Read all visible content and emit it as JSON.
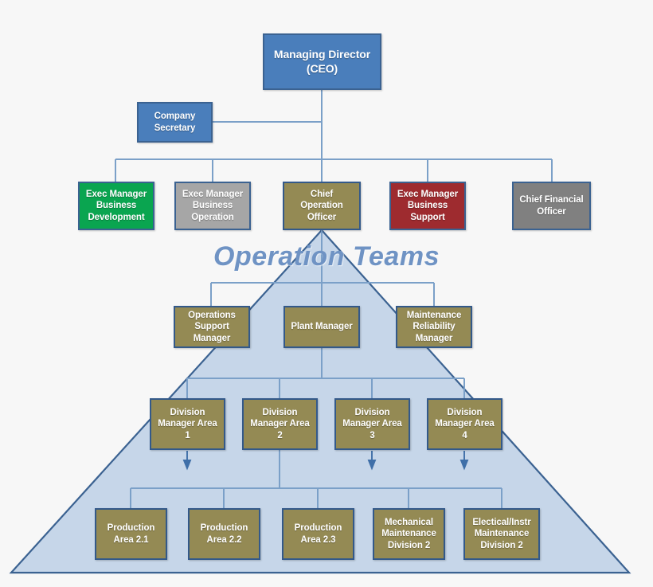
{
  "diagram": {
    "type": "organization-chart",
    "title_overlay": "Operation Teams",
    "colors": {
      "accent_blue": "#4a7ebb",
      "border_blue": "#3b6291",
      "green": "#0aa550",
      "gray": "#a6a6a6",
      "olive": "#948a54",
      "red": "#9e2b2f",
      "dark_gray": "#808080",
      "triangle_fill": "#c6d6e9",
      "triangle_stroke": "#3b6291",
      "connector": "#7ba0c8",
      "background": "#f7f7f7",
      "title_text": "#6f93c4"
    },
    "levels": [
      {
        "name": "executive-top",
        "nodes": [
          {
            "id": "ceo",
            "label": "Managing Director\n(CEO)",
            "lines": [
              "Managing Director",
              "(CEO)"
            ],
            "color": "accent_blue"
          }
        ]
      },
      {
        "name": "company-secretary",
        "nodes": [
          {
            "id": "company-secretary",
            "label": "Company Secretary",
            "lines": [
              "Company",
              "Secretary"
            ],
            "color": "accent_blue"
          }
        ]
      },
      {
        "name": "executive-managers",
        "nodes": [
          {
            "id": "exec-business-development",
            "label": "Exec Manager Business Development",
            "lines": [
              "Exec Manager",
              "Business",
              "Development"
            ],
            "color": "green"
          },
          {
            "id": "exec-business-operation",
            "label": "Exec Manager Business Operation",
            "lines": [
              "Exec Manager",
              "Business",
              "Operation"
            ],
            "color": "gray"
          },
          {
            "id": "chief-operation-officer",
            "label": "Chief Operation Officer",
            "lines": [
              "Chief Operation",
              "Officer"
            ],
            "color": "olive"
          },
          {
            "id": "exec-business-support",
            "label": "Exec Manager Business Support",
            "lines": [
              "Exec Manager",
              "Business",
              "Support"
            ],
            "color": "red"
          },
          {
            "id": "chief-financial-officer",
            "label": "Chief Financial Officer",
            "lines": [
              "Chief Financial",
              "Officer"
            ],
            "color": "dark_gray"
          }
        ]
      },
      {
        "name": "operation-managers",
        "nodes": [
          {
            "id": "operations-support-manager",
            "label": "Operations Support Manager",
            "lines": [
              "Operations",
              "Support",
              "Manager"
            ],
            "color": "olive"
          },
          {
            "id": "plant-manager",
            "label": "Plant Manager",
            "lines": [
              "Plant Manager"
            ],
            "color": "olive"
          },
          {
            "id": "maintenance-reliability-manager",
            "label": "Maintenance Reliability Manager",
            "lines": [
              "Maintenance",
              "Reliability",
              "Manager"
            ],
            "color": "olive"
          }
        ]
      },
      {
        "name": "division-managers",
        "nodes": [
          {
            "id": "division-manager-area-1",
            "label": "Division Manager Area 1",
            "lines": [
              "Division",
              "Manager Area 1"
            ],
            "color": "olive"
          },
          {
            "id": "division-manager-area-2",
            "label": "Division Manager Area 2",
            "lines": [
              "Division",
              "Manager Area 2"
            ],
            "color": "olive"
          },
          {
            "id": "division-manager-area-3",
            "label": "Division Manager Area 3",
            "lines": [
              "Division",
              "Manager Area 3"
            ],
            "color": "olive"
          },
          {
            "id": "division-manager-area-4",
            "label": "Division Manager Area 4",
            "lines": [
              "Division",
              "Manager Area 4"
            ],
            "color": "olive"
          }
        ]
      },
      {
        "name": "production-and-maintenance",
        "nodes": [
          {
            "id": "production-area-2-1",
            "label": "Production Area 2.1",
            "lines": [
              "Production",
              "Area 2.1"
            ],
            "color": "olive"
          },
          {
            "id": "production-area-2-2",
            "label": "Production Area 2.2",
            "lines": [
              "Production",
              "Area 2.2"
            ],
            "color": "olive"
          },
          {
            "id": "production-area-2-3",
            "label": "Production Area 2.3",
            "lines": [
              "Production",
              "Area 2.3"
            ],
            "color": "olive"
          },
          {
            "id": "mechanical-maintenance-division-2",
            "label": "Mechanical Maintenance Division 2",
            "lines": [
              "Mechanical",
              "Maintenance",
              "Division 2"
            ],
            "color": "olive"
          },
          {
            "id": "electrical-instr-maintenance-division-2",
            "label": "Electical/Instr Maintenance Division 2",
            "lines": [
              "Electical/Instr",
              "Maintenance",
              "Division  2"
            ],
            "color": "olive"
          }
        ]
      }
    ]
  },
  "nodes": {
    "ceo": {
      "l1": "Managing Director",
      "l2": "(CEO)"
    },
    "company_secretary": {
      "l1": "Company",
      "l2": "Secretary"
    },
    "exec_business_development": {
      "l1": "Exec Manager",
      "l2": "Business",
      "l3": "Development"
    },
    "exec_business_operation": {
      "l1": "Exec Manager",
      "l2": "Business",
      "l3": "Operation"
    },
    "chief_operation_officer": {
      "l1": "Chief Operation",
      "l2": "Officer"
    },
    "exec_business_support": {
      "l1": "Exec Manager",
      "l2": "Business",
      "l3": "Support"
    },
    "chief_financial_officer": {
      "l1": "Chief Financial",
      "l2": "Officer"
    },
    "operations_support_manager": {
      "l1": "Operations",
      "l2": "Support",
      "l3": "Manager"
    },
    "plant_manager": {
      "l1": "Plant Manager"
    },
    "maintenance_reliability_manager": {
      "l1": "Maintenance",
      "l2": "Reliability",
      "l3": "Manager"
    },
    "division_manager_area_1": {
      "l1": "Division",
      "l2": "Manager Area 1"
    },
    "division_manager_area_2": {
      "l1": "Division",
      "l2": "Manager Area 2"
    },
    "division_manager_area_3": {
      "l1": "Division",
      "l2": "Manager Area 3"
    },
    "division_manager_area_4": {
      "l1": "Division",
      "l2": "Manager Area 4"
    },
    "production_area_2_1": {
      "l1": "Production",
      "l2": "Area 2.1"
    },
    "production_area_2_2": {
      "l1": "Production",
      "l2": "Area 2.2"
    },
    "production_area_2_3": {
      "l1": "Production",
      "l2": "Area 2.3"
    },
    "mechanical_maintenance_division_2": {
      "l1": "Mechanical",
      "l2": "Maintenance",
      "l3": "Division 2"
    },
    "electrical_instr_maintenance_division_2": {
      "l1": "Electical/Instr",
      "l2": "Maintenance",
      "l3": "Division  2"
    }
  },
  "overlay": {
    "operation_teams_label": "Operation Teams"
  }
}
